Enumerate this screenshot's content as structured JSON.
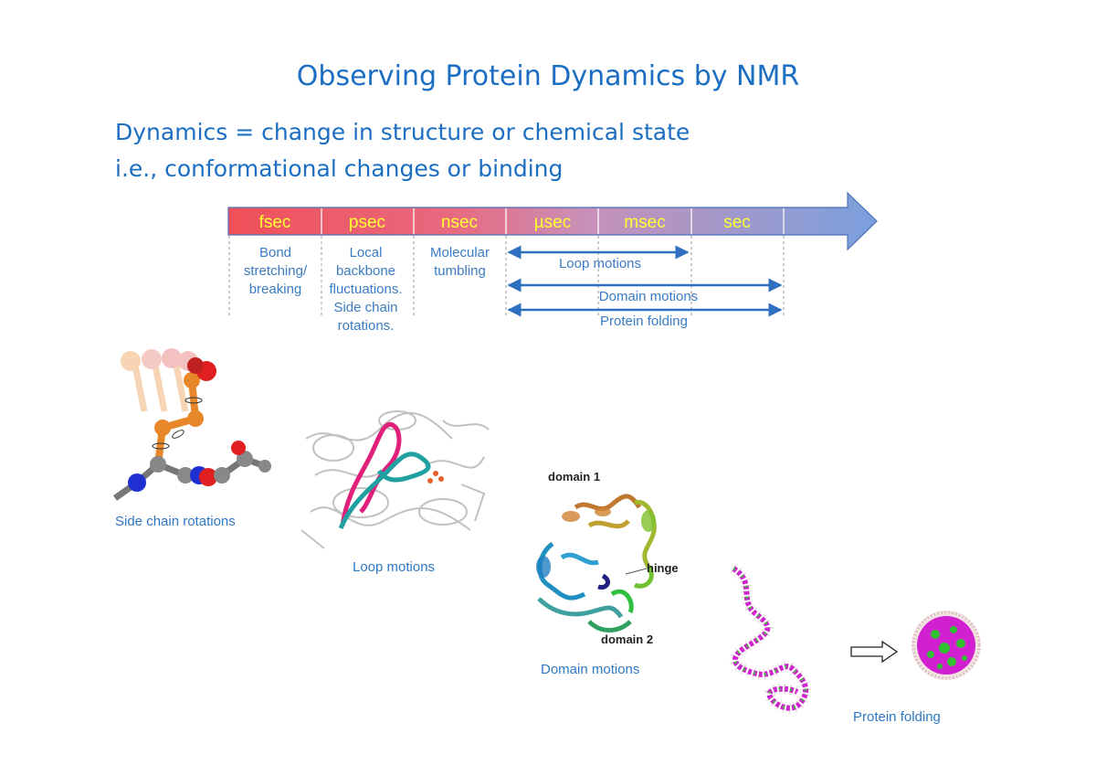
{
  "slide": {
    "title": "Observing Protein Dynamics by NMR",
    "subtitle_line1": "Dynamics = change in structure or chemical state",
    "subtitle_line2": "i.e., conformational changes or binding"
  },
  "timescale": {
    "labels": [
      "fsec",
      "psec",
      "nsec",
      "µsec",
      "msec",
      "sec"
    ],
    "descriptions": {
      "fsec": [
        "Bond",
        "stretching/",
        "breaking"
      ],
      "psec": [
        "Local",
        "backbone",
        "fluctuations.",
        "Side chain",
        "rotations."
      ],
      "nsec": [
        "Molecular",
        "tumbling"
      ]
    },
    "ranges": [
      {
        "label": "Loop motions",
        "from": "µsec",
        "to": "msec"
      },
      {
        "label": "Domain motions",
        "from": "µsec",
        "to": "sec"
      },
      {
        "label": "Protein folding",
        "from": "µsec",
        "to": "sec"
      }
    ],
    "colors": {
      "arrow_left": "#f0505a",
      "arrow_mid": "#d088b0",
      "arrow_right": "#7aa0de",
      "label_text": "#ffff33",
      "range_arrows": "#2e6fc0"
    }
  },
  "figures": {
    "side_chain": {
      "caption": "Side chain rotations"
    },
    "loop": {
      "caption": "Loop motions"
    },
    "domain": {
      "caption": "Domain motions",
      "label_domain1": "domain 1",
      "label_hinge": "hinge",
      "label_domain2": "domain 2"
    },
    "folding": {
      "caption": "Protein folding"
    }
  },
  "colors": {
    "title": "#1b6ec2",
    "caption": "#2e78c2",
    "side_chain_orange": "#e8872a",
    "atom_red": "#e02020",
    "atom_blue": "#2030d0",
    "carbon_gray": "#777777",
    "loop_magenta": "#e0207a",
    "loop_teal": "#20a0a0",
    "folding_magenta": "#d020d0",
    "folding_green": "#30c030"
  }
}
